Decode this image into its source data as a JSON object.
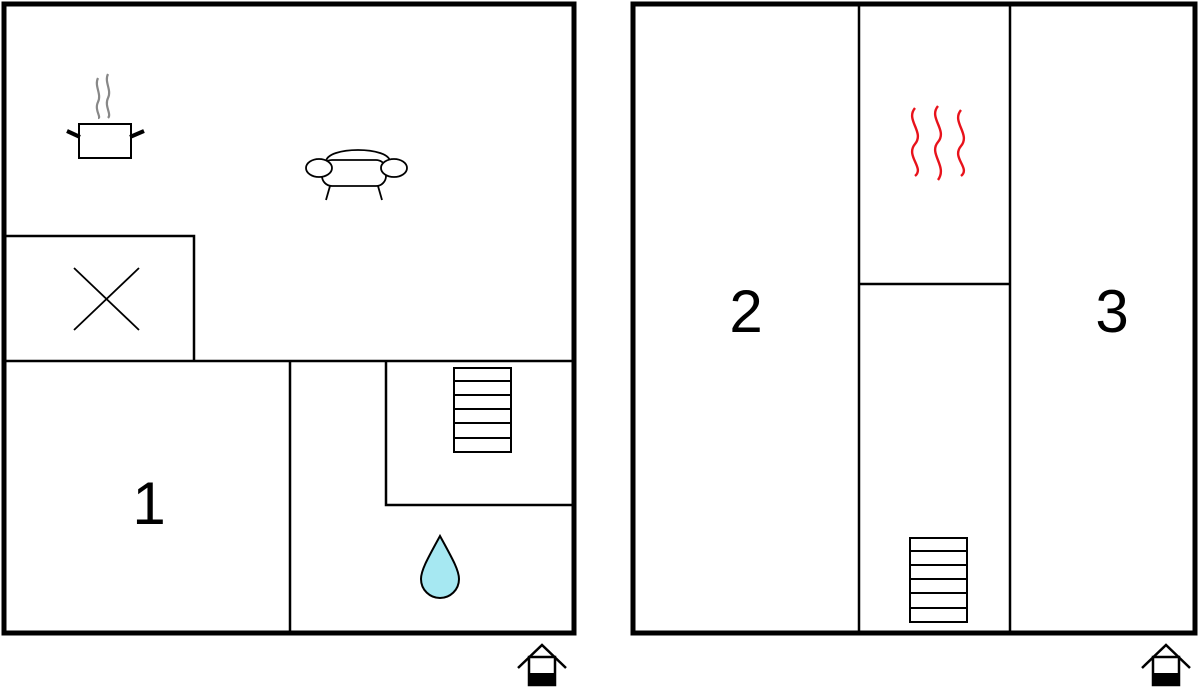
{
  "floor_ground": {
    "rooms": [
      {
        "number": "1"
      }
    ],
    "icons": [
      "kitchen-pot-icon",
      "sofa-icon",
      "void-cross-icon",
      "stairs-icon",
      "bathroom-drop-icon",
      "entrance-house-icon"
    ]
  },
  "floor_upper": {
    "rooms": [
      {
        "number": "2"
      },
      {
        "number": "3"
      }
    ],
    "icons": [
      "sauna-heat-icon",
      "stairs-icon",
      "entrance-house-icon"
    ]
  },
  "colors": {
    "wall": "#000000",
    "steam": "#888888",
    "heat": "#e8121b",
    "water": "#a6e8f2"
  }
}
